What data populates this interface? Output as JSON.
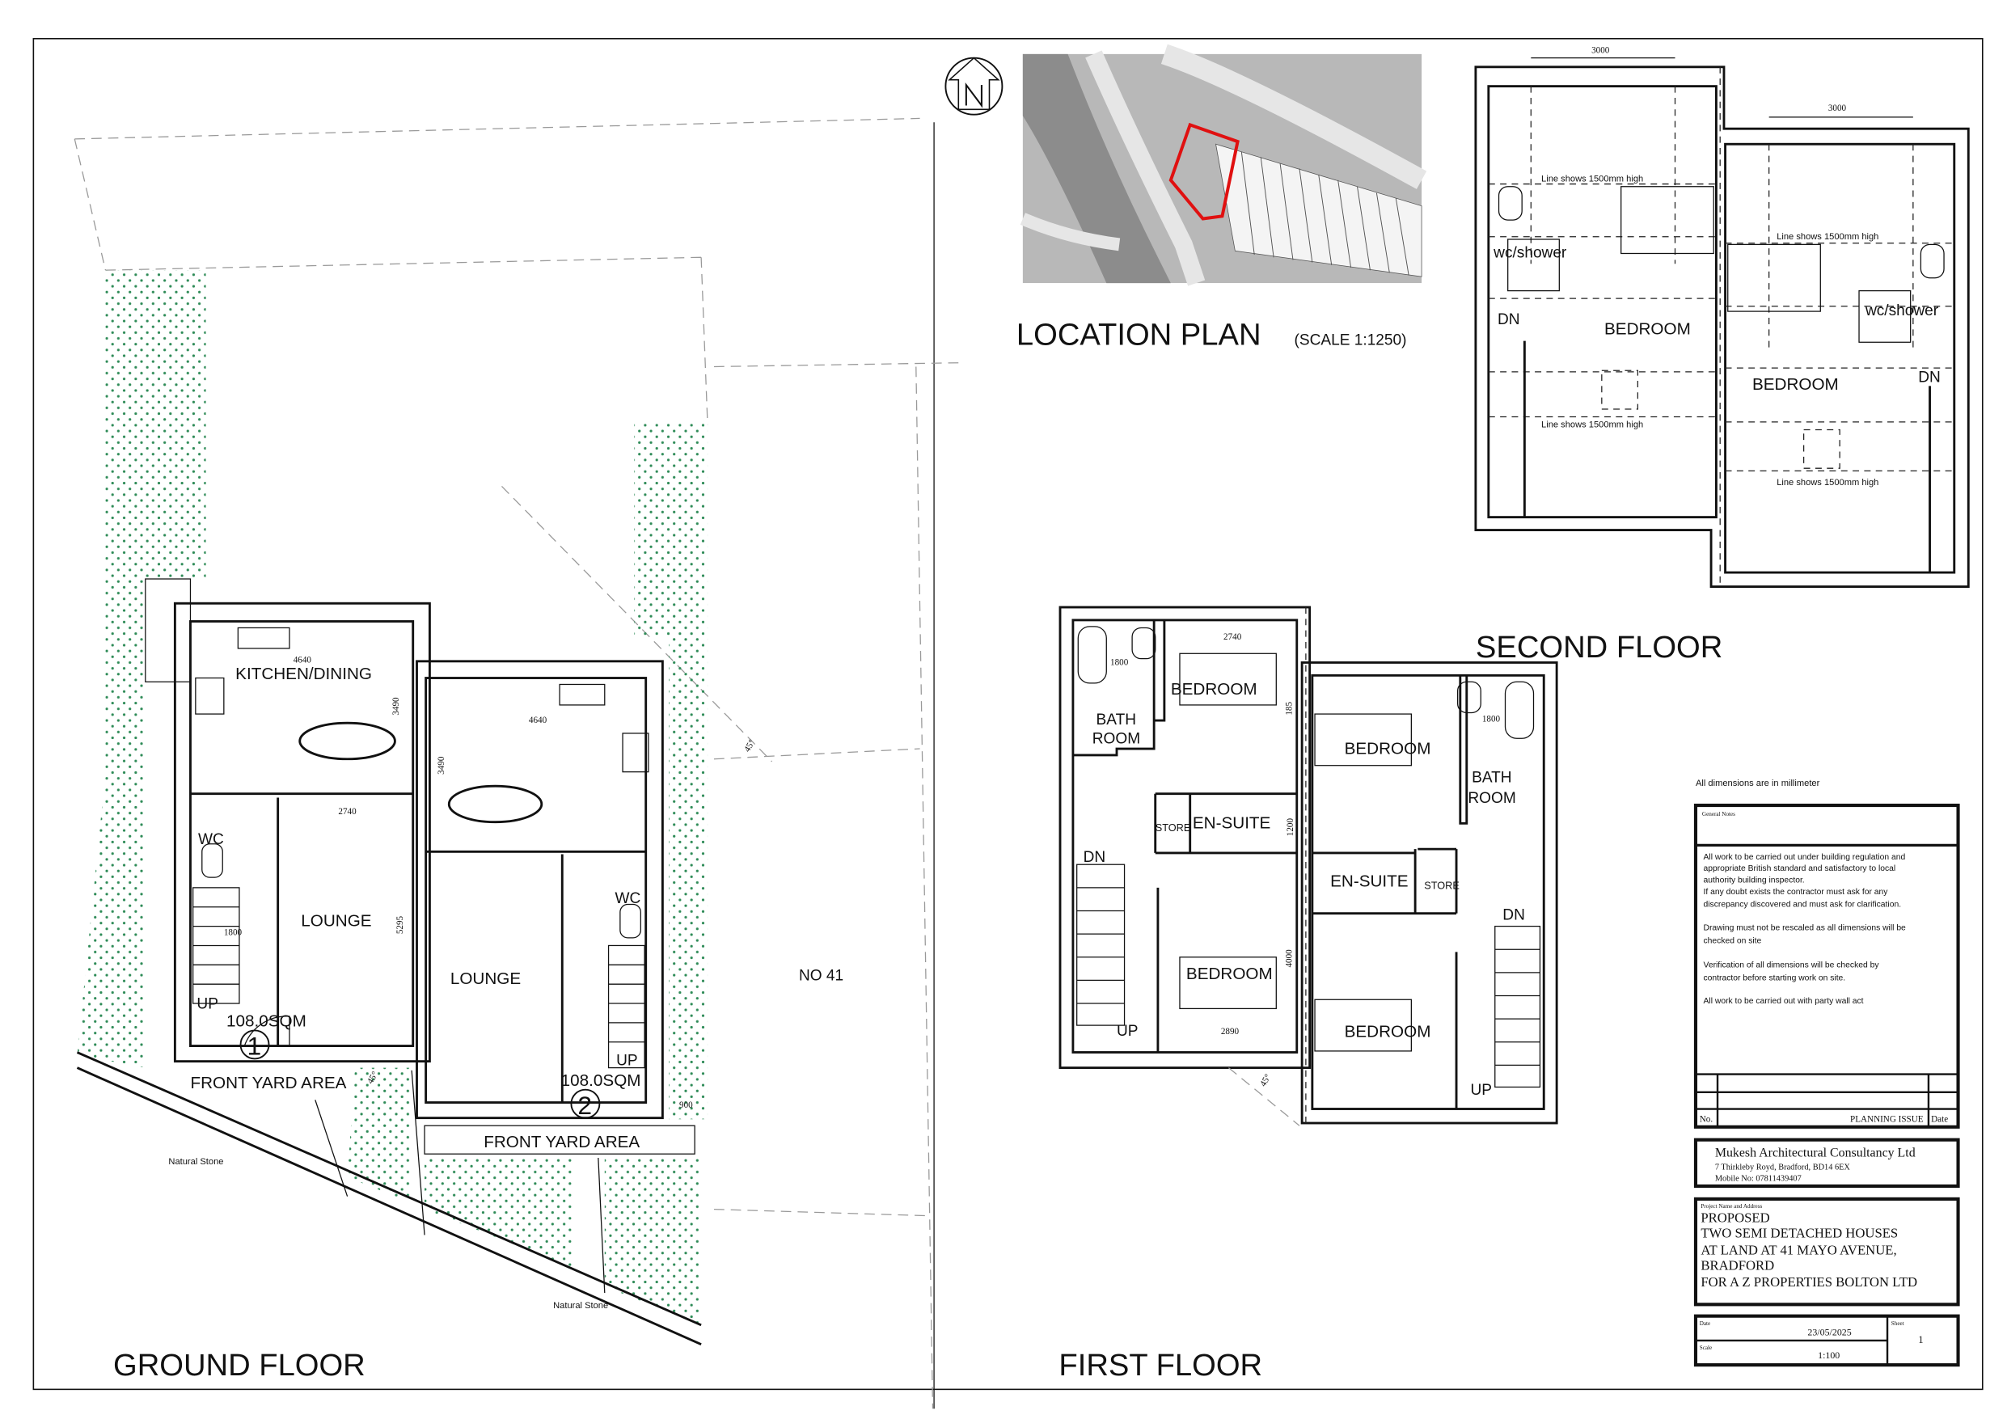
{
  "colors": {
    "site_boundary": "#e01010",
    "landscaping": "#2e8b57",
    "ink": "#111111",
    "location_map": "#b8b8b8"
  },
  "location_plan": {
    "title": "LOCATION PLAN",
    "scale": "(SCALE 1:1250)",
    "north_icon": "north-arrow-icon"
  },
  "ground_floor": {
    "title": "GROUND FLOOR",
    "house1": {
      "kitchen": "KITCHEN/DINING",
      "lounge": "LOUNGE",
      "wc": "WC",
      "up": "UP",
      "area": "108.0SQM",
      "number": "1",
      "front_yard": "FRONT YARD AREA",
      "dim_kitchen_width": "4640",
      "dim_kitchen_depth": "3490",
      "dim_lounge_width": "2740",
      "dim_lounge_depth": "5295",
      "dim_hall": "1800"
    },
    "house2": {
      "kitchen_dim_width": "4640",
      "kitchen_dim_depth": "3490",
      "lounge": "LOUNGE",
      "wc": "WC",
      "up": "UP",
      "area": "108.0SQM",
      "number": "2",
      "front_yard": "FRONT YARD AREA",
      "dim_side": "900"
    },
    "angle_1": "45°",
    "angle_2": "45°",
    "natural_stone_1": "Natural Stone",
    "natural_stone_2": "Natural Stone",
    "neighbour": "NO 41"
  },
  "first_floor": {
    "title": "FIRST FLOOR",
    "house1": {
      "bathroom_1": "BATH",
      "bathroom_2": "ROOM",
      "bedroom_front": "BEDROOM",
      "store": "STORE",
      "ensuite": "EN-SUITE",
      "dn": "DN",
      "bedroom_rear": "BEDROOM",
      "up": "UP",
      "dim_bed1": "2740",
      "dim_bath": "1800",
      "dim_bed2": "2890",
      "dim_ensuite": "1200",
      "dim_bed2_depth": "4000",
      "dim_small": "185"
    },
    "house2": {
      "bedroom_front": "BEDROOM",
      "bathroom_1": "BATH",
      "bathroom_2": "ROOM",
      "dim_bath": "1800",
      "ensuite": "EN-SUITE",
      "store": "STORE",
      "dn": "DN",
      "bedroom_rear": "BEDROOM",
      "up": "UP"
    },
    "angle": "45°"
  },
  "second_floor": {
    "title": "SECOND FLOOR",
    "house1": {
      "dim_dormer": "3000",
      "line_note_top": "Line shows 1500mm high",
      "line_note_bottom": "Line shows 1500mm high",
      "wc_shower": "wc/shower",
      "dn": "DN",
      "bedroom": "BEDROOM"
    },
    "house2": {
      "dim_dormer": "3000",
      "line_note_top": "Line shows 1500mm high",
      "line_note_bottom": "Line shows 1500mm high",
      "wc_shower": "wc/shower",
      "dn": "DN",
      "bedroom": "BEDROOM"
    }
  },
  "title_block": {
    "units_note": "All dimensions are in millimeter",
    "general_notes_label": "General Notes",
    "notes": [
      "All work to be carried out under building regulation and",
      "appropriate British standard and satisfactory to local",
      "authority building inspector.",
      "If any doubt exists the contractor must ask for any",
      "discrepancy discovered and must ask for clarification.",
      "Drawing must not be rescaled as all dimensions will be",
      "checked on site",
      "Verification of all dimensions will be checked by",
      "contractor before starting work on site.",
      "All work to be carried out with party wall act"
    ],
    "revision_no_label": "No.",
    "revision_desc": "PLANNING ISSUE",
    "revision_date_label": "Date",
    "company": "Mukesh Architectural Consultancy Ltd",
    "address": "7 Thirkleby Royd, Bradford, BD14 6EX",
    "mobile": "Mobile No: 07811439407",
    "project_label": "Project Name and Address",
    "project_lines": [
      "PROPOSED",
      "TWO SEMI DETACHED HOUSES",
      "AT LAND AT 41 MAYO AVENUE,",
      "BRADFORD",
      "FOR A Z PROPERTIES BOLTON LTD"
    ],
    "date_label": "Date",
    "date": "23/05/2025",
    "scale_label": "Scale",
    "scale": "1:100",
    "sheet_label": "Sheet",
    "sheet": "1"
  }
}
